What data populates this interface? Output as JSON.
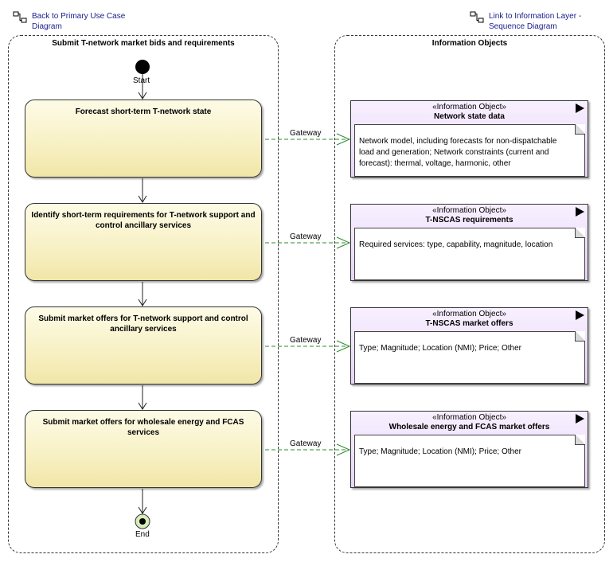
{
  "links": {
    "back": "Back to Primary Use Case Diagram",
    "back_line1": "Back to Primary Use Case",
    "back_line2": "Diagram",
    "info": "Link to Information Layer - Sequence Diagram",
    "info_line1": "Link to Information Layer -",
    "info_line2": "Sequence Diagram"
  },
  "lanes": {
    "left_title": "Submit T-network market bids and requirements",
    "right_title": "Information Objects"
  },
  "flow": {
    "start_label": "Start",
    "end_label": "End"
  },
  "actions": [
    {
      "label": "Forecast short-term T-network state"
    },
    {
      "label": "Identify short-term requirements for T-network support and control ancillary services"
    },
    {
      "label": "Submit market offers for T-network support and control ancillary services"
    },
    {
      "label": "Submit market offers for wholesale energy and FCAS services"
    }
  ],
  "connectors": [
    {
      "label": "Gateway"
    },
    {
      "label": "Gateway"
    },
    {
      "label": "Gateway"
    },
    {
      "label": "Gateway"
    }
  ],
  "objects": [
    {
      "stereotype": "«Information Object»",
      "name": "Network state data",
      "note": "Network model, including forecasts for non-dispatchable load and generation; Network constraints (current and forecast): thermal, voltage, harmonic, other"
    },
    {
      "stereotype": "«Information Object»",
      "name": "T-NSCAS requirements",
      "note": "Required services: type, capability, magnitude, location"
    },
    {
      "stereotype": "«Information Object»",
      "name": "T-NSCAS market offers",
      "note": "Type; Magnitude; Location (NMI); Price; Other"
    },
    {
      "stereotype": "«Information Object»",
      "name": "Wholesale energy and FCAS market offers",
      "note": "Type; Magnitude; Location (NMI); Price; Other"
    }
  ],
  "colors": {
    "action_fill": "#f8f1c6",
    "object_fill": "#e6d4f8",
    "connector": "#2e8b2e",
    "link_text": "#1a1a8c"
  }
}
